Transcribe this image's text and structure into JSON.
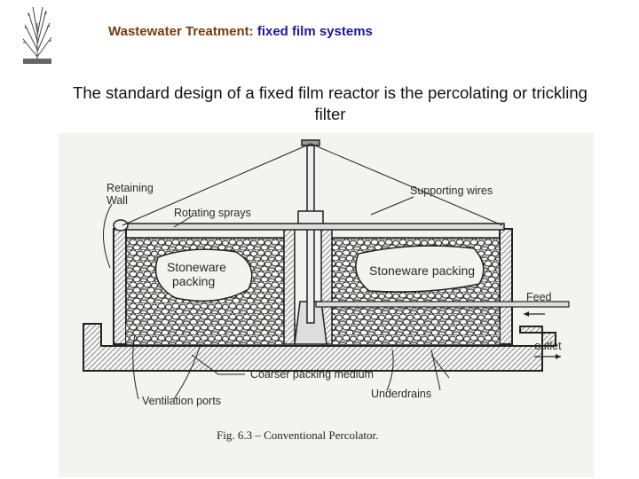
{
  "header": {
    "title_prefix": "Wastewater Treatment: ",
    "title_suffix": "fixed film systems",
    "prefix_color": "#7a3b0c",
    "suffix_color": "#1a1a9c",
    "logo_icon": "reed-plant-icon"
  },
  "subtitle": {
    "line1": "The standard design of a fixed film reactor is the percolating or trickling",
    "line2": "filter"
  },
  "diagram": {
    "labels": {
      "retaining_wall_1": "Retaining",
      "retaining_wall_2": "Wall",
      "rotating_sprays": "Rotating sprays",
      "supporting_wires": "Supporting wires",
      "stoneware_left_1": "Stoneware",
      "stoneware_left_2": "packing",
      "stoneware_right": "Stoneware packing",
      "feed": "Feed",
      "outlet": "outlet",
      "coarser_packing": "Coarser packing medium",
      "underdrains": "Underdrains",
      "ventilation_ports": "Ventilation ports"
    },
    "caption": "Fig. 6.3 – Conventional Percolator."
  }
}
